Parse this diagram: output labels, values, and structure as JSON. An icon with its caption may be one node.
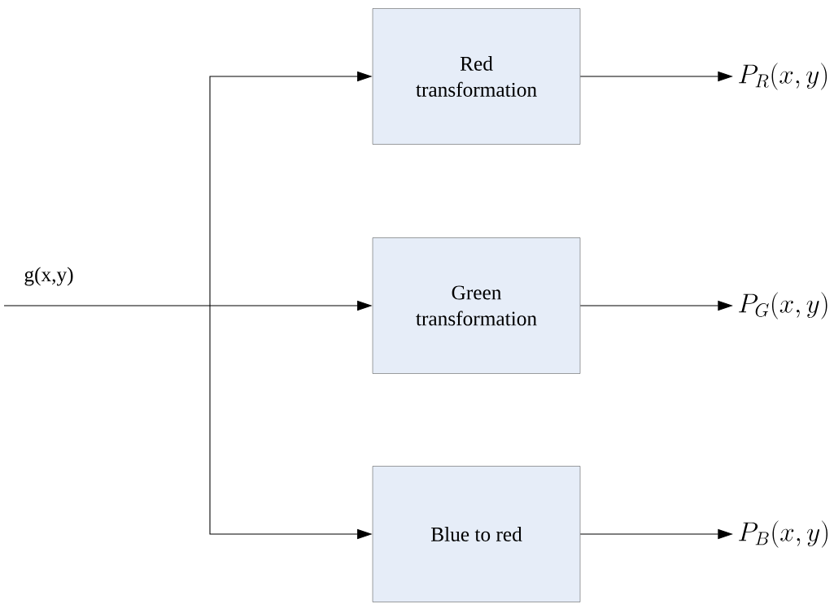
{
  "diagram": {
    "nodes": [
      {
        "text": [
          "Red transformation"
        ]
      },
      {
        "text": [
          "Green transformation"
        ]
      },
      {
        "text": [
          "Blue to red"
        ]
      },
      {
        "text": [
          "P_{R}(x, y)"
        ]
      },
      {
        "text": [
          "P_{G}(x, y)"
        ]
      },
      {
        "text": [
          "P_{B}(x, y)"
        ]
      }
    ],
    "edges": [
      {
        "from": null,
        "to": 0,
        "arrow": "to"
      },
      {
        "from": null,
        "to": 1,
        "arrow": "to",
        "label": "g(x,y)"
      },
      {
        "from": null,
        "to": 2,
        "arrow": "to"
      },
      {
        "from": 0,
        "to": 3,
        "arrow": "to"
      },
      {
        "from": 1,
        "to": 4,
        "arrow": "to"
      },
      {
        "from": 2,
        "to": 5,
        "arrow": "to"
      }
    ]
  }
}
